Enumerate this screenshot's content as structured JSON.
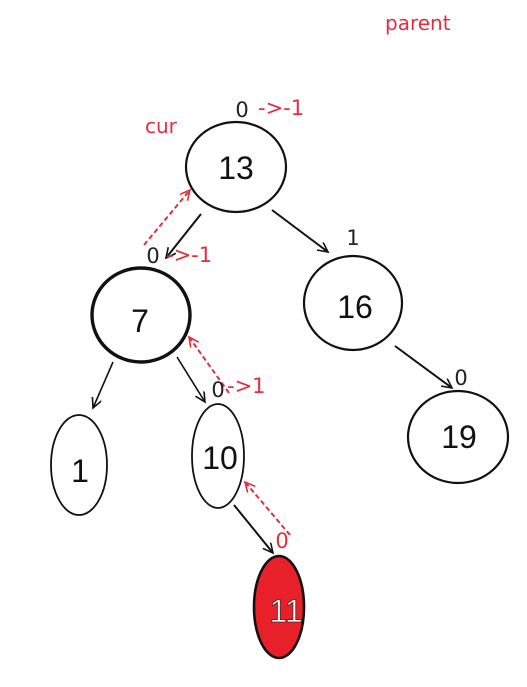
{
  "labels": {
    "parent": "parent",
    "cur": "cur"
  },
  "nodes": [
    {
      "id": "n13",
      "value": "13",
      "balance": "0",
      "change": "->-1"
    },
    {
      "id": "n7",
      "value": "7",
      "balance": "0",
      "change": "->-1"
    },
    {
      "id": "n16",
      "value": "16",
      "balance": "1",
      "change": ""
    },
    {
      "id": "n1",
      "value": "1",
      "balance": "",
      "change": ""
    },
    {
      "id": "n10",
      "value": "10",
      "balance": "0",
      "change": "->1"
    },
    {
      "id": "n19",
      "value": "19",
      "balance": "0",
      "change": ""
    },
    {
      "id": "n11",
      "value": "11",
      "balance": "0",
      "change": ""
    }
  ],
  "colors": {
    "annotation": "#e03040",
    "inserted_fill": "#e8202a",
    "stroke": "#111111"
  }
}
